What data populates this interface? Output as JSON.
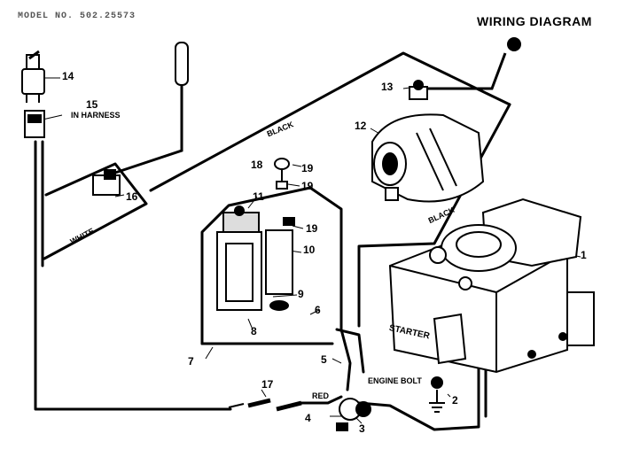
{
  "header": {
    "title": "WIRING DIAGRAM",
    "model_text": "MODEL NO. 502.25573"
  },
  "wire_labels": {
    "black_top": "BLACK",
    "black_right": "BLACK",
    "white": "WHITE",
    "red": "RED",
    "in_harness": "IN HARNESS",
    "starter": "STARTER",
    "engine_bolt": "ENGINE BOLT"
  },
  "callouts": [
    "1",
    "2",
    "3",
    "4",
    "5",
    "6",
    "7",
    "8",
    "9",
    "10",
    "11",
    "12",
    "13",
    "14",
    "15",
    "16",
    "17",
    "18",
    "19",
    "19",
    "19"
  ]
}
